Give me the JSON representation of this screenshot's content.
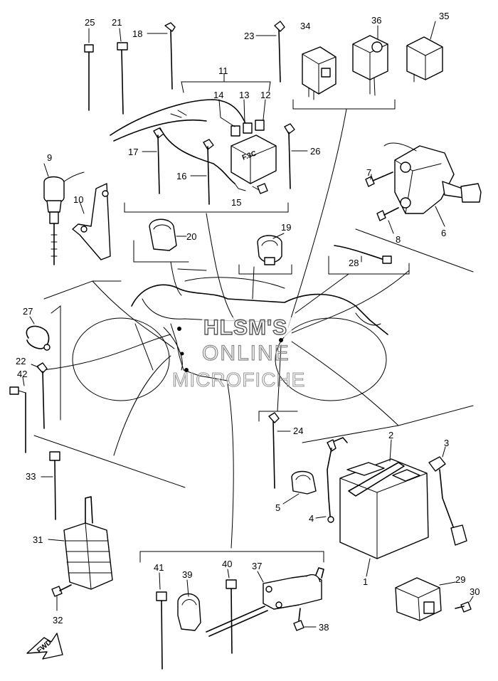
{
  "diagram": {
    "watermark": [
      "HLSM'S",
      "ONLINE",
      "MICROFICHE"
    ],
    "fuse_box_text": "F.3C",
    "direction_arrow": "FWD",
    "callouts": [
      "1",
      "2",
      "3",
      "4",
      "5",
      "6",
      "7",
      "8",
      "9",
      "10",
      "11",
      "12",
      "13",
      "14",
      "15",
      "16",
      "17",
      "18",
      "19",
      "20",
      "21",
      "22",
      "23",
      "24",
      "25",
      "26",
      "27",
      "28",
      "29",
      "30",
      "31",
      "32",
      "33",
      "34",
      "35",
      "36",
      "37",
      "38",
      "39",
      "40",
      "41",
      "42"
    ]
  }
}
